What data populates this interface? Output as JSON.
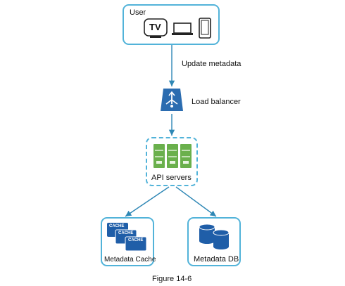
{
  "user": {
    "label": "User",
    "tv_text": "TV",
    "devices": [
      "tv-icon",
      "laptop-icon",
      "phone-icon"
    ]
  },
  "edges": {
    "update_metadata": "Update metadata"
  },
  "load_balancer": {
    "label": "Load balancer"
  },
  "api_servers": {
    "label": "API servers"
  },
  "metadata_cache": {
    "label": "Metadata Cache",
    "tag": "CACHE"
  },
  "metadata_db": {
    "label": "Metadata DB"
  },
  "caption": "Figure 14-6",
  "colors": {
    "box_border": "#52b3d9",
    "arrow": "#2e87b5",
    "lb_blue": "#2b6cb0",
    "server_green": "#6ab04c",
    "db_blue": "#1f5ea8"
  }
}
